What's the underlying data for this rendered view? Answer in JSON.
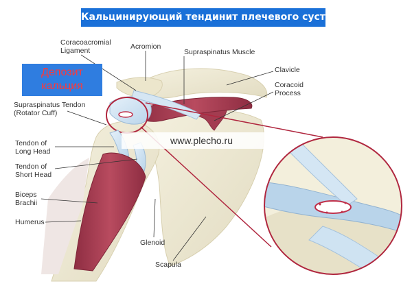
{
  "title": "Кальцинирующий тендинит плечевого сустава.",
  "deposit": {
    "line1": "Депозит",
    "line2": "кальция"
  },
  "website": "www.plecho.ru",
  "labels": {
    "coracoacromial_ligament": [
      "Coracoacromial",
      "Ligament"
    ],
    "acromion": "Acromion",
    "supraspinatus_muscle": "Supraspinatus Muscle",
    "clavicle": "Clavicle",
    "coracoid_process": [
      "Coracoid",
      "Process"
    ],
    "supraspinatus_tendon": [
      "Supraspinatus Tendon",
      "(Rotator Cuff)"
    ],
    "tendon_long_head": [
      "Tendon of",
      "Long Head"
    ],
    "tendon_short_head": [
      "Tendon of",
      "Short Head"
    ],
    "biceps_brachii": [
      "Biceps",
      "Brachii"
    ],
    "humerus": "Humerus",
    "glenoid": "Glenoid",
    "scapula": "Scapula"
  },
  "colors": {
    "title_bg": "#1a70d8",
    "deposit_bg": "#2f7de0",
    "deposit_text": "#ff3838",
    "bone": "#ede8d2",
    "muscle": "#a03a4e",
    "tendon": "#cfe3f2",
    "highlight_ring": "#b0273f"
  }
}
